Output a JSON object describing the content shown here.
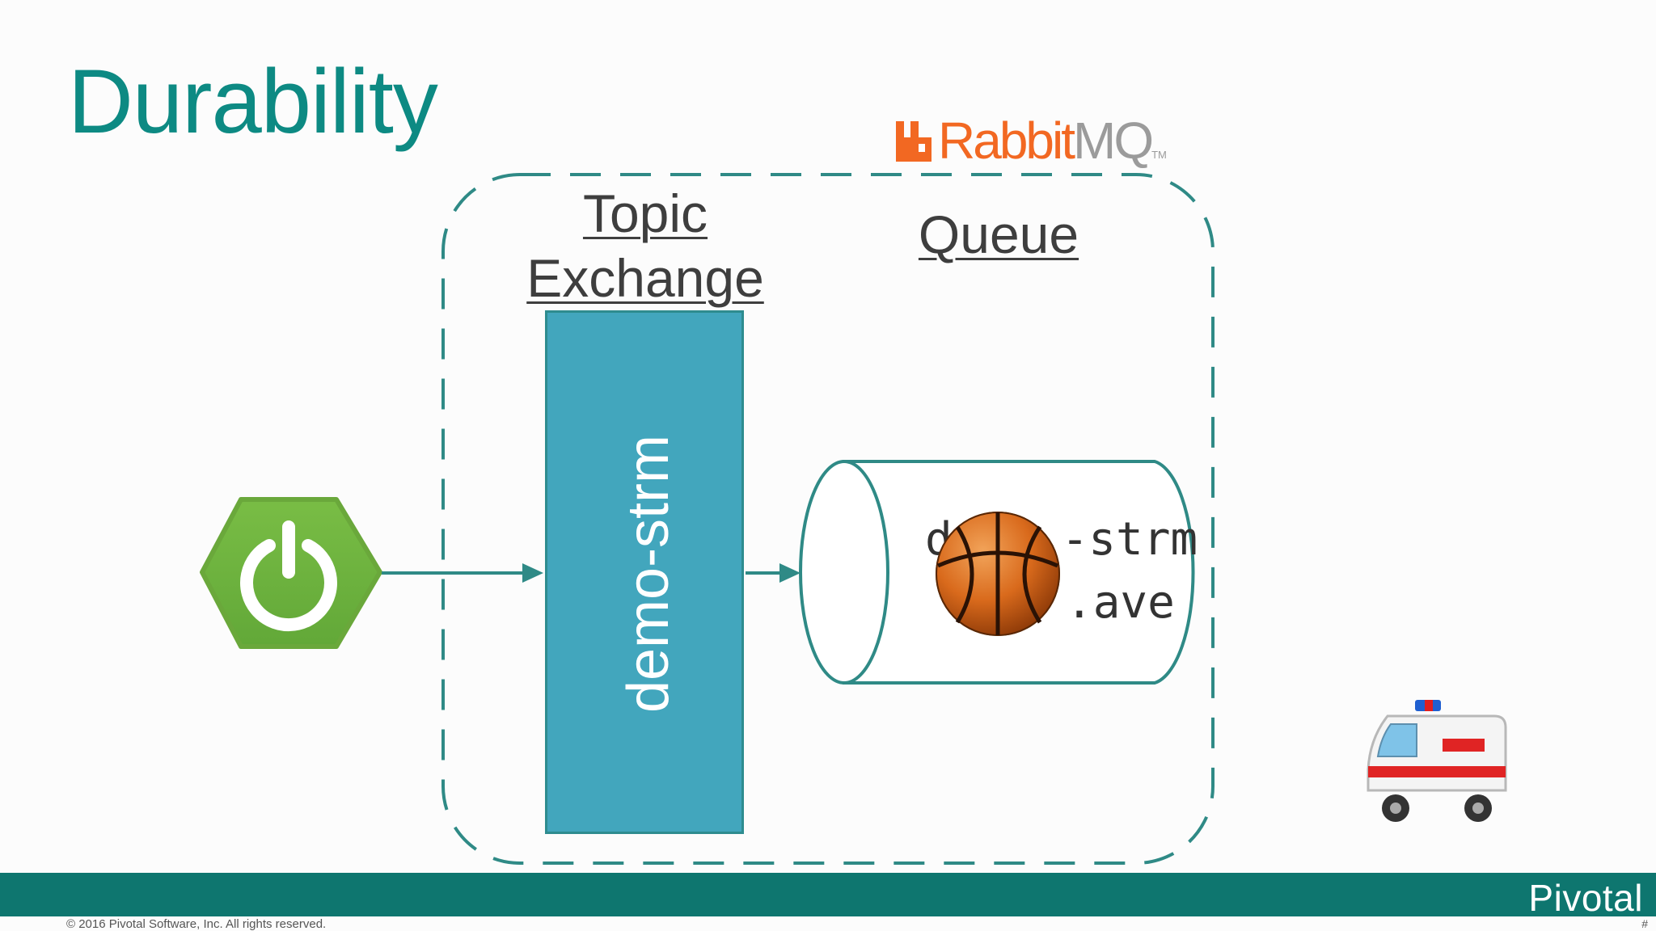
{
  "slide": {
    "title": "Durability",
    "brand_logo": {
      "part1": "Rabbit",
      "part2": "MQ",
      "tm": "TM"
    },
    "labels": {
      "topic": "Topic",
      "exchange": "Exchange",
      "queue": "Queue"
    },
    "exchange_name": "demo-strm",
    "queue_text": {
      "line1": "d    -strm",
      "line2": ".ave"
    },
    "icons": [
      "spring-power-icon",
      "basketball-icon",
      "ambulance-icon",
      "rabbit-icon"
    ]
  },
  "footer": {
    "brand": "Pivotal",
    "copyright": "© 2016 Pivotal Software, Inc.  All rights reserved.",
    "page": "#"
  },
  "colors": {
    "title": "#0d8a83",
    "dashed_border": "#2f8a86",
    "exchange_fill": "#42a6bd",
    "spring_green": "#6db33f",
    "rabbitmq_orange": "#f26822",
    "footer_bar": "#0e766f"
  }
}
